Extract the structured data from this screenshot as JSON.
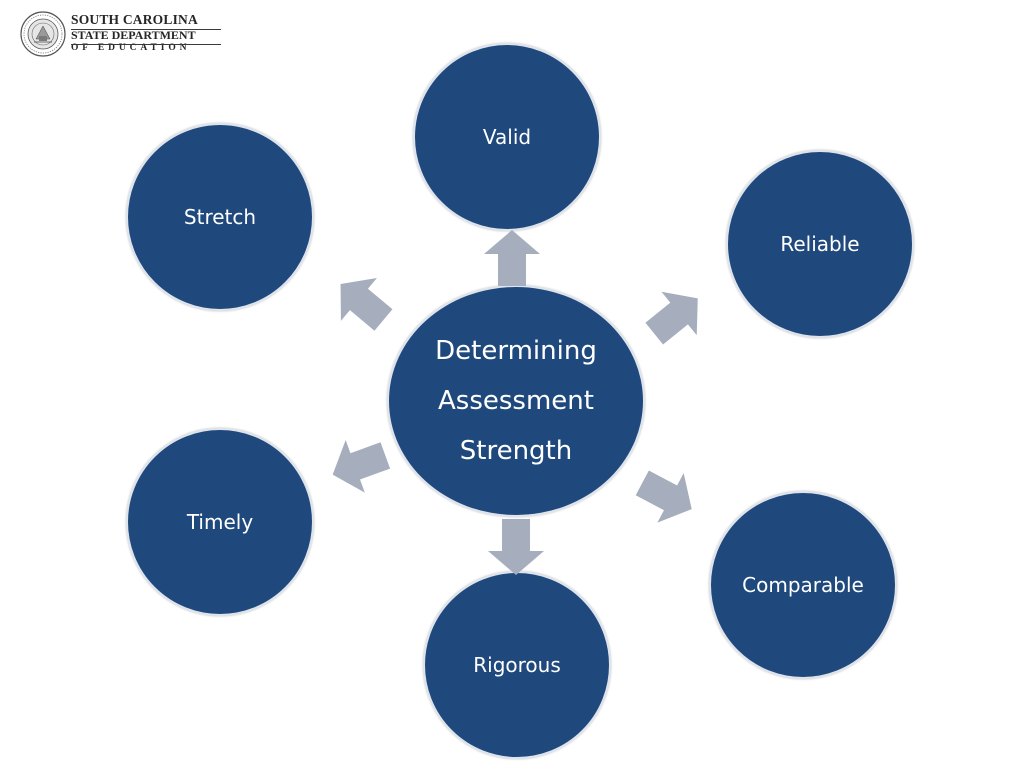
{
  "logo": {
    "line1": "SOUTH CAROLINA",
    "line2": "STATE DEPARTMENT",
    "line3": "OF EDUCATION",
    "seal_icon": "state-seal-icon"
  },
  "diagram": {
    "center": {
      "line1": "Determining",
      "line2": "Assessment",
      "line3": "Strength"
    },
    "nodes": [
      {
        "label": "Valid"
      },
      {
        "label": "Reliable"
      },
      {
        "label": "Comparable"
      },
      {
        "label": "Rigorous"
      },
      {
        "label": "Timely"
      },
      {
        "label": "Stretch"
      }
    ]
  },
  "colors": {
    "node_fill": "#1f497d",
    "node_border": "#dfe4ec",
    "arrow_fill": "#a6adbd",
    "text": "#ffffff"
  }
}
